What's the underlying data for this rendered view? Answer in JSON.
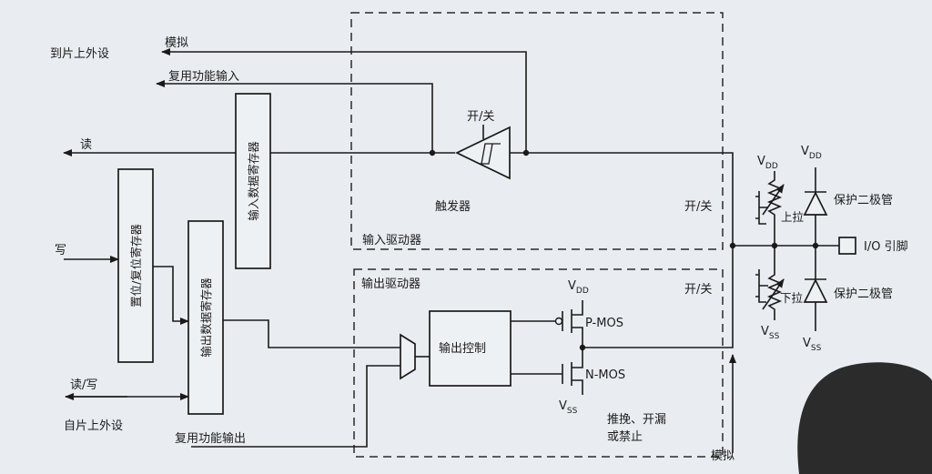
{
  "labels": {
    "to_onchip_periph": "到片上外设",
    "analog_in": "模拟",
    "alt_func_in": "复用功能输入",
    "read": "读",
    "write": "写",
    "read_write": "读/写",
    "from_onchip_periph": "自片上外设",
    "alt_func_out": "复用功能输出",
    "switch_in": "开/关",
    "trigger": "触发器",
    "input_driver": "输入驱动器",
    "output_driver": "输出驱动器",
    "switch_right_top": "开/关",
    "switch_right_bottom": "开/关",
    "input_data_reg": "输入数据寄存器",
    "bsrr_reg": "置位/复位寄存器",
    "output_data_reg": "输出数据寄存器",
    "output_control": "输出控制",
    "pmos": "P-MOS",
    "nmos": "N-MOS",
    "vdd": "V",
    "vdd_sub": "DD",
    "vss": "V",
    "vss_sub": "SS",
    "pushpull": "推挽、开漏",
    "or_disabled": "或禁止",
    "analog_out": "模拟",
    "pull_up": "上拉",
    "pull_down": "下拉",
    "protect_diode_top": "保护二极管",
    "protect_diode_bottom": "保护二极管",
    "io_pin": "I/O 引脚"
  }
}
